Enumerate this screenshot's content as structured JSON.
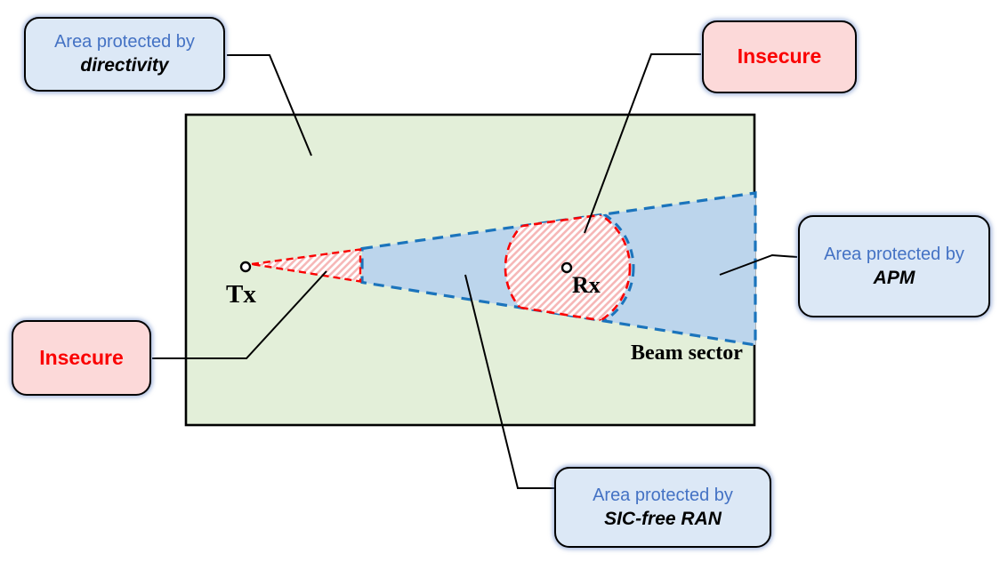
{
  "diagram": {
    "tx_label": "Tx",
    "rx_label": "Rx",
    "beam_sector_label": "Beam sector",
    "callouts": {
      "directivity": {
        "line1": "Area protected by",
        "line2": "directivity"
      },
      "apm": {
        "line1": "Area protected by",
        "line2": "APM"
      },
      "sic": {
        "line1": "Area protected by",
        "line2": "SIC-free RAN"
      },
      "insecure_top": {
        "label": "Insecure"
      },
      "insecure_left": {
        "label": "Insecure"
      }
    },
    "colors": {
      "protected_area_green": "#E3EFD9",
      "beam_fill_blue": "#BCD5EC",
      "beam_border_blue": "#1B74BC",
      "insecure_red": "#FA0000",
      "insecure_fill_pink": "#FCD9D9",
      "hatch_pink": "#F6B8B8",
      "callout_fill_blue": "#DCE8F6",
      "callout_text_blue": "#4472C4"
    }
  }
}
